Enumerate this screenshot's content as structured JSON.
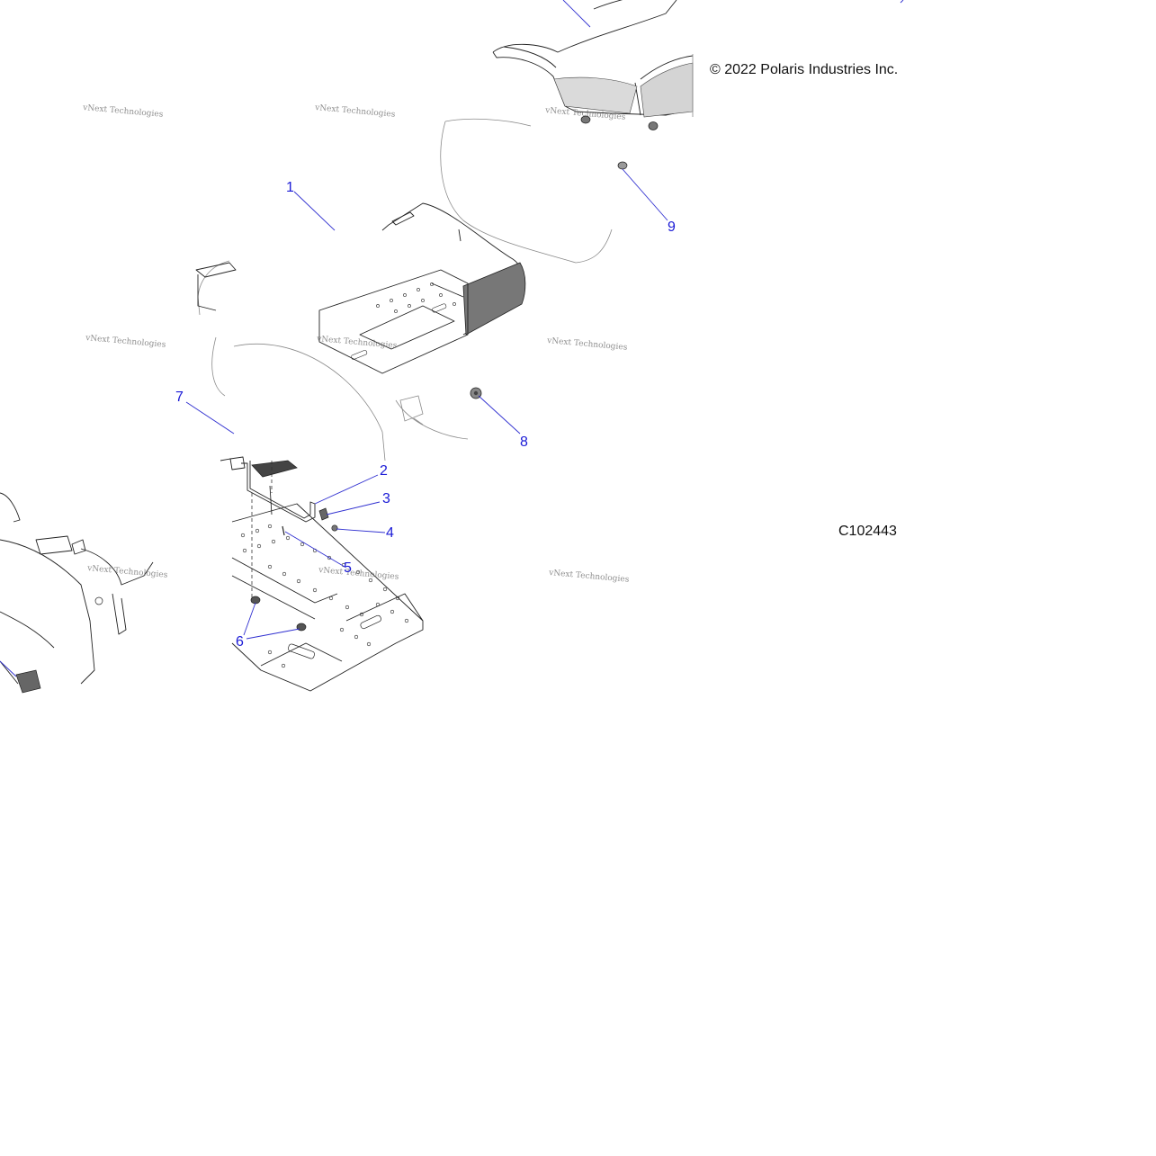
{
  "copyright": "© 2022 Polaris Industries Inc.",
  "figure_id": "C102443",
  "watermark_text": "vNext Technologies",
  "colors": {
    "callout": "#1a1ad6",
    "line_art": "#222222",
    "background": "#ffffff"
  },
  "callouts": [
    {
      "number": "1"
    },
    {
      "number": "2"
    },
    {
      "number": "3"
    },
    {
      "number": "4"
    },
    {
      "number": "5"
    },
    {
      "number": "6"
    },
    {
      "number": "7"
    },
    {
      "number": "8"
    },
    {
      "number": "9"
    }
  ]
}
